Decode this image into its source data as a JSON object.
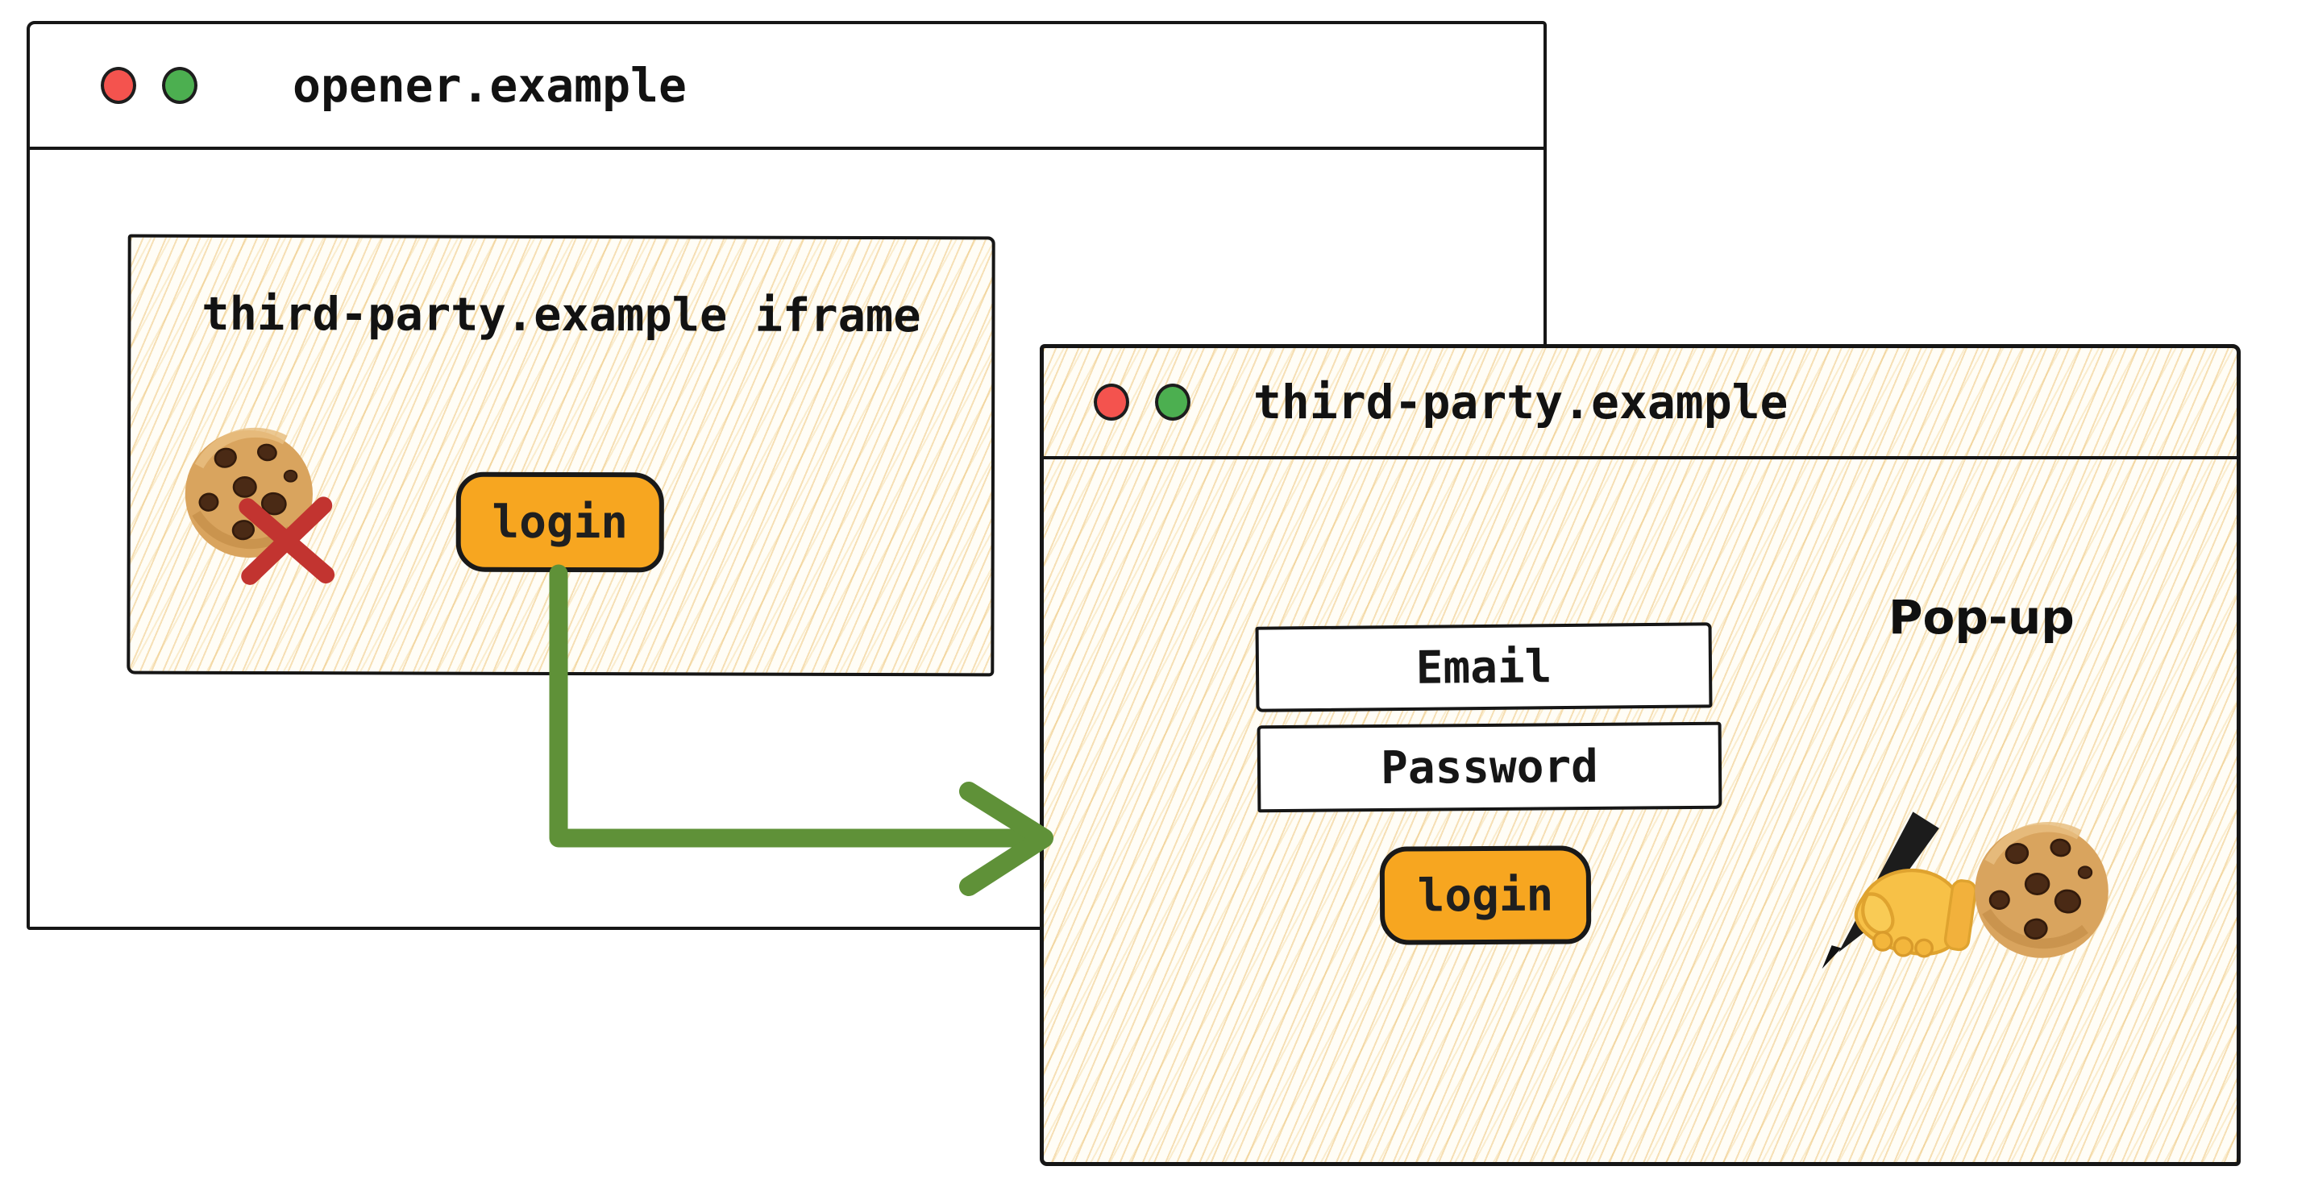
{
  "opener_window": {
    "title": "opener.example",
    "iframe": {
      "label": "third-party.example iframe",
      "login_button": "login"
    }
  },
  "popup_window": {
    "title": "third-party.example",
    "caption": "Pop-up",
    "form": {
      "email_label": "Email",
      "password_label": "Password",
      "login_button": "login"
    }
  },
  "icons": {
    "cookie": "cookie-icon",
    "blocked_cross": "red-x-icon",
    "writing_hand": "writing-hand-icon",
    "traffic_red": "close-button",
    "traffic_green": "maximize-button",
    "arrow": "opens-popup-arrow"
  },
  "colors": {
    "button_orange": "#F7A620",
    "arrow_green": "#5F9138",
    "blocked_red": "#C23430",
    "traffic_red": "#F4534E",
    "traffic_green": "#4CAF50",
    "ink": "#161616",
    "hatch_line": "#EEC479"
  }
}
